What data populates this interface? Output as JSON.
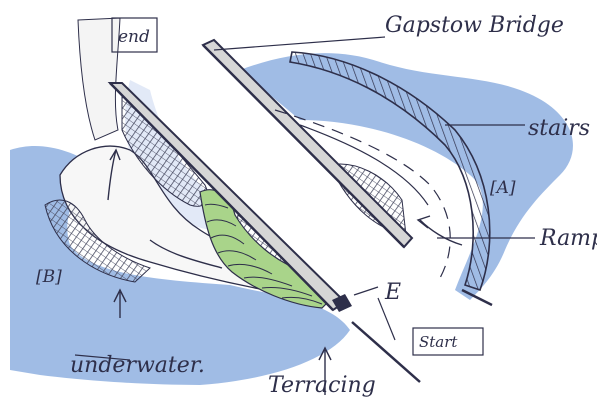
{
  "labels": {
    "end": "end",
    "bridge": "Gapstow Bridge",
    "stairs": "stairs",
    "a": "[A]",
    "ramp": "Ramp",
    "b": "[B]",
    "e": "E",
    "start": "Start",
    "underwater": "underwater.",
    "terracing": "Terracing"
  },
  "colors": {
    "water": "#8fb0e0",
    "water_dark": "#6f93cf",
    "terracing": "#a9d48a",
    "hatch": "#4a4d63",
    "ink": "#2e2f4a",
    "bridge": "#d6d6d6"
  }
}
